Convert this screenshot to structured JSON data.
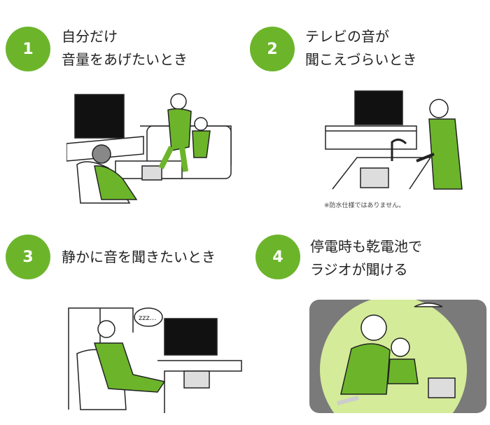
{
  "accent_color": "#6cb52b",
  "items": [
    {
      "number": "1",
      "line1": "自分だけ",
      "line2": "音量をあげたいとき"
    },
    {
      "number": "2",
      "line1": "テレビの音が",
      "line2": "聞こえづらいとき",
      "note": "※防水仕様ではありません。"
    },
    {
      "number": "3",
      "line1": "静かに音を聞きたいとき",
      "line2": "",
      "bubble": "zzz..."
    },
    {
      "number": "4",
      "line1": "停電時も乾電池で",
      "line2": "ラジオが聞ける"
    }
  ]
}
